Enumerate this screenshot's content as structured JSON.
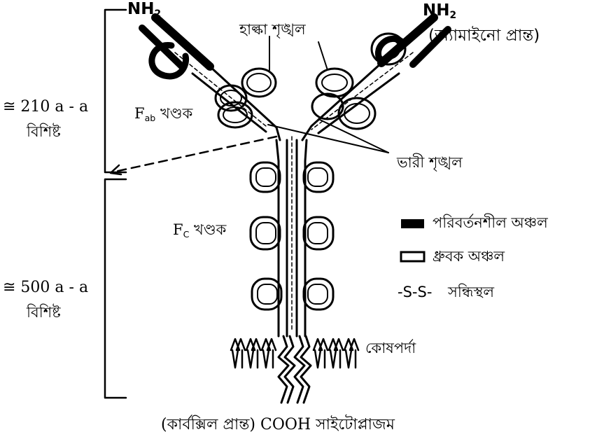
{
  "labels": {
    "nh2_left": "NH",
    "nh2_left_sub": "2",
    "nh2_right": "NH",
    "nh2_right_sub": "2",
    "amino_end": "(অ্যামাইনো প্রান্ত)",
    "light_chain": "হাল্কা শৃঙ্খল",
    "heavy_chain": "ভারী শৃঙ্খল",
    "fab_prefix": "F",
    "fab_sub": "ab",
    "fab_suffix": " খণ্ডক",
    "fc_prefix": "F",
    "fc_sub": "C",
    "fc_suffix": " খণ্ডক",
    "aa210_line1": "≅ 210 a - a",
    "aa210_line2": "বিশিষ্ট",
    "aa500_line1": "≅ 500 a - a",
    "aa500_line2": "বিশিষ্ট",
    "membrane": "কোষপর্দা",
    "bottom_caption": "(কার্বক্সিল প্রান্ত) COOH সাইটোপ্লাজম"
  },
  "legend": {
    "variable_region": "পরিবর্তনশীল অঞ্চল",
    "constant_region": "ধ্রুবক অঞ্চল",
    "disulfide_symbol": "-S-S-",
    "disulfide_label": "সন্ধিস্থল"
  },
  "colors": {
    "ink": "#000000",
    "background": "#ffffff"
  }
}
